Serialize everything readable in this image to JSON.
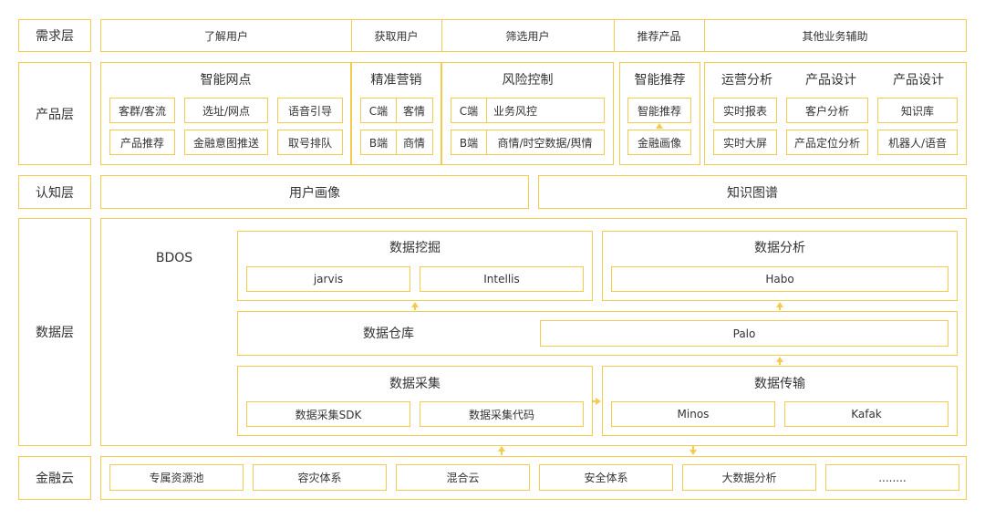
{
  "layers": {
    "demand": "需求层",
    "product": "产品层",
    "cognition": "认知层",
    "data": "数据层",
    "cloud": "金融云"
  },
  "demand": {
    "understand": "了解用户",
    "acquire": "获取用户",
    "filter": "筛选用户",
    "recommend": "推荐产品",
    "other": "其他业务辅助"
  },
  "product": {
    "smart_outlet": {
      "title": "智能网点",
      "items": [
        "客群/客流",
        "选址/网点",
        "语音引导",
        "产品推荐",
        "金融意图推送",
        "取号排队"
      ]
    },
    "precision_marketing": {
      "title": "精准营销",
      "c_label": "C端",
      "c_value": "客情",
      "b_label": "B端",
      "b_value": "商情"
    },
    "risk_control": {
      "title": "风险控制",
      "c_label": "C端",
      "c_value": "业务风控",
      "b_label": "B端",
      "b_value": "商情/时空数据/舆情"
    },
    "smart_recommend": {
      "title": "智能推荐",
      "items": [
        "智能推荐",
        "金融画像"
      ]
    },
    "ops_analysis": {
      "title": "运营分析",
      "items": [
        "实时报表",
        "实时大屏"
      ]
    },
    "product_design_1": {
      "title": "产品设计",
      "items": [
        "客户分析",
        "产品定位分析"
      ]
    },
    "product_design_2": {
      "title": "产品设计",
      "items": [
        "知识库",
        "机器人/语音"
      ]
    }
  },
  "cognition": {
    "user_portrait": "用户画像",
    "knowledge_graph": "知识图谱"
  },
  "data_layer": {
    "platform": "BDOS",
    "mining": {
      "title": "数据挖掘",
      "items": [
        "jarvis",
        "Intellis"
      ]
    },
    "analysis": {
      "title": "数据分析",
      "items": [
        "Habo"
      ]
    },
    "warehouse": {
      "title": "数据仓库",
      "items": [
        "Palo"
      ]
    },
    "collection": {
      "title": "数据采集",
      "items": [
        "数据采集SDK",
        "数据采集代码"
      ]
    },
    "transmission": {
      "title": "数据传输",
      "items": [
        "Minos",
        "Kafak"
      ]
    }
  },
  "cloud": {
    "items": [
      "专属资源池",
      "容灾体系",
      "混合云",
      "安全体系",
      "大数据分析",
      "........"
    ]
  },
  "colors": {
    "border": "#f3cc4e",
    "text": "#333333",
    "background": "#ffffff"
  }
}
